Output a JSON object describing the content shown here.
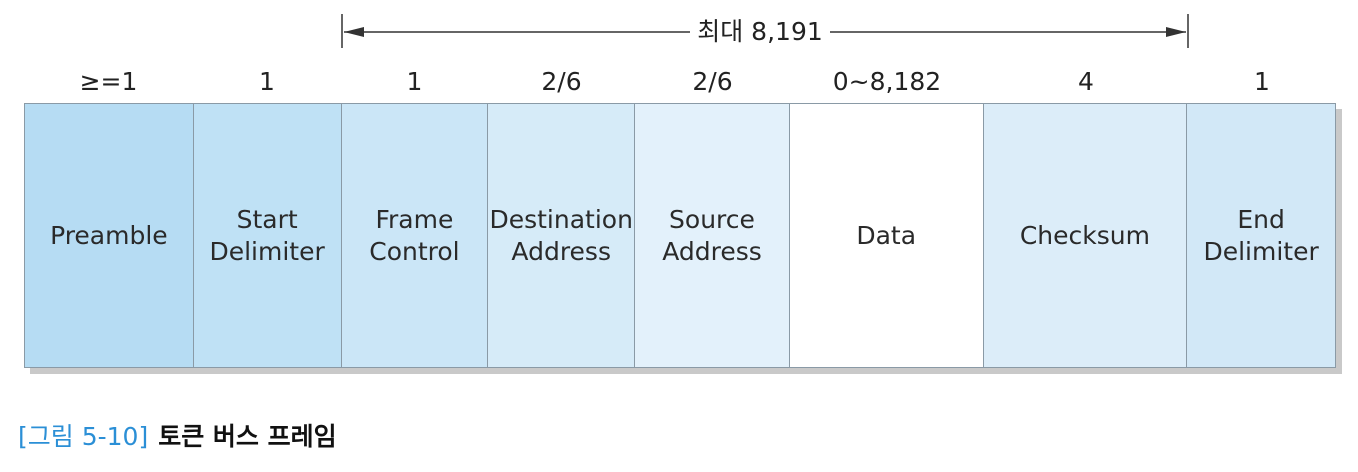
{
  "span": {
    "label": "최대 8,191"
  },
  "fields": [
    {
      "size": "≥=1",
      "name": "Preamble",
      "color": "#b6dcf3"
    },
    {
      "size": "1",
      "name": "Start\nDelimiter",
      "color": "#bfe1f5"
    },
    {
      "size": "1",
      "name": "Frame\nControl",
      "color": "#cbe6f7"
    },
    {
      "size": "2/6",
      "name": "Destination\nAddress",
      "color": "#d6ebf8"
    },
    {
      "size": "2/6",
      "name": "Source\nAddress",
      "color": "#e3f1fb"
    },
    {
      "size": "0~8,182",
      "name": "Data",
      "color": "#ffffff"
    },
    {
      "size": "4",
      "name": "Checksum",
      "color": "#dcedf9"
    },
    {
      "size": "1",
      "name": "End\nDelimiter",
      "color": "#d2e8f7"
    }
  ],
  "caption": {
    "number": "[그림 5-10]",
    "title": "토큰 버스 프레임"
  }
}
